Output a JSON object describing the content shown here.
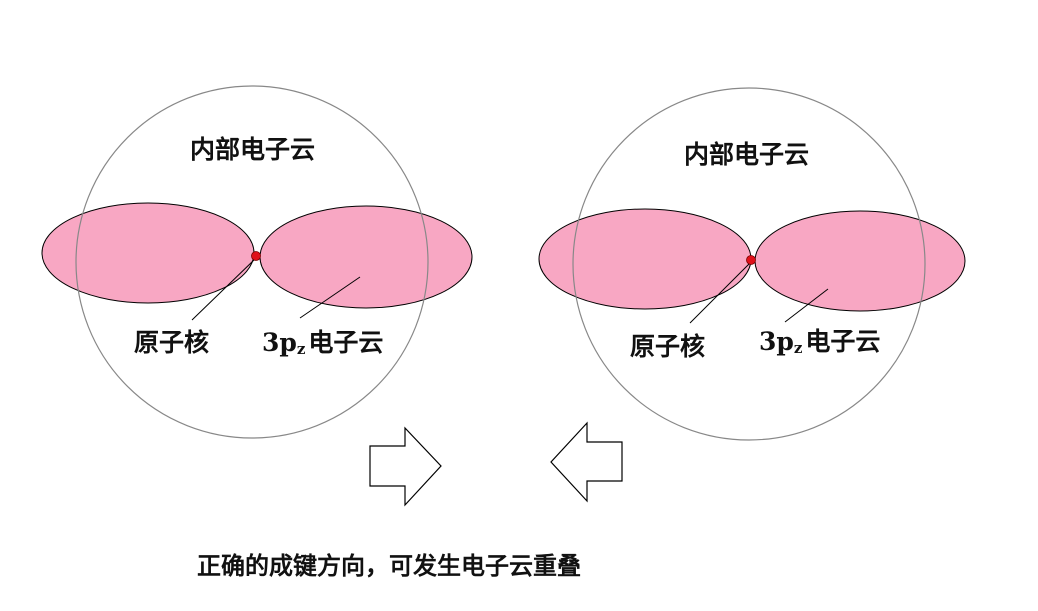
{
  "left_atom": {
    "inner_cloud_label": "内部电子云",
    "nucleus_label": "原子核",
    "orbital_label_prefix": "3p",
    "orbital_label_sub": "z",
    "orbital_label_suffix": "电子云"
  },
  "right_atom": {
    "inner_cloud_label": "内部电子云",
    "nucleus_label": "原子核",
    "orbital_label_prefix": "3p",
    "orbital_label_sub": "z",
    "orbital_label_suffix": "电子云"
  },
  "caption": "正确的成键方向，可发生电子云重叠",
  "colors": {
    "lobe_fill": "#f8a7c3",
    "lobe_overlap": "#e896b4",
    "nucleus": "#e0101a",
    "outline": "#000000",
    "circle": "#888888"
  }
}
